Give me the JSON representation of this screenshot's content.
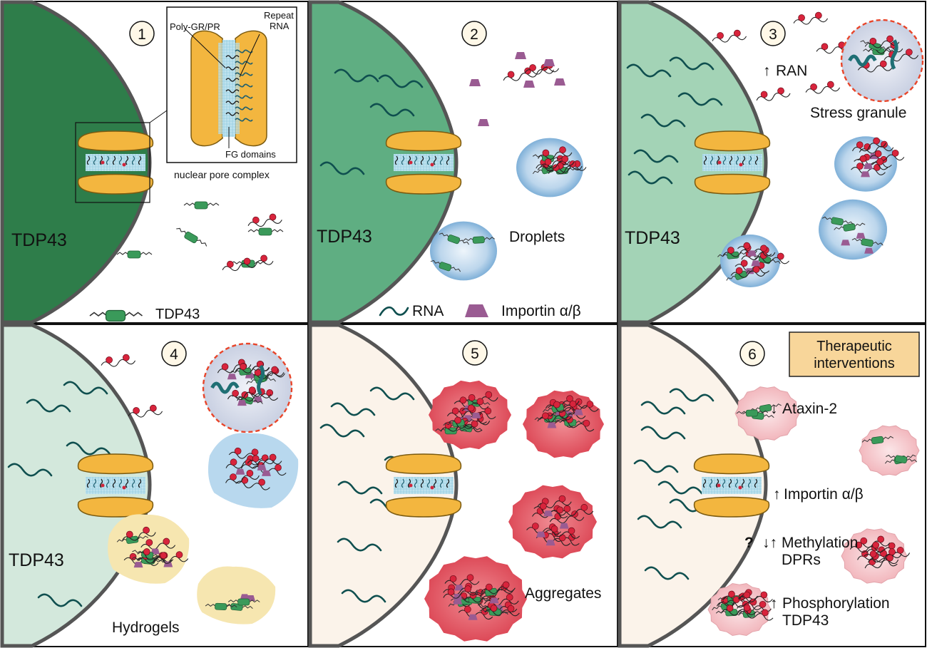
{
  "panels": [
    {
      "number": "1",
      "nucleus_label": "TDP43"
    },
    {
      "number": "2",
      "nucleus_label": "TDP43"
    },
    {
      "number": "3",
      "nucleus_label": "TDP43"
    },
    {
      "number": "4",
      "nucleus_label": "TDP43"
    },
    {
      "number": "5",
      "nucleus_label": ""
    },
    {
      "number": "6",
      "nucleus_label": ""
    }
  ],
  "inset": {
    "poly_label": "Poly-GR/PR",
    "repeat_label_1": "Repeat",
    "repeat_label_2": "RNA",
    "fg_label": "FG domains",
    "caption": "nuclear pore complex"
  },
  "legend": {
    "tdp43": "TDP43",
    "rna": "RNA",
    "importin": "Importin α/β"
  },
  "labels": {
    "droplets": "Droplets",
    "ran": "RAN",
    "stress_granule": "Stress granule",
    "hydrogels": "Hydrogels",
    "aggregates": "Aggregates",
    "therapeutic_1": "Therapeutic",
    "therapeutic_2": "interventions",
    "ataxin": "Ataxin-2",
    "importin_up": "Importin α/β",
    "question": "?",
    "methylation": "Methylation",
    "dprs": "DPRs",
    "phosphorylation": "Phosphorylation",
    "phos_tdp43": "TDP43"
  },
  "arrows": {
    "up": "↑",
    "down": "↓",
    "updown": "↓↑"
  },
  "colors": {
    "nucleus_1": "#2e7d4a",
    "nucleus_2": "#5fae82",
    "nucleus_3": "#a3d3b6",
    "nucleus_4": "#d3e8dc",
    "nucleus_5": "#fbf3ea",
    "pore": "#f3b63f",
    "tdp43": "#3a9a5a",
    "rna": "#0f4f4f",
    "importin": "#9a5b92",
    "droplet": "#cfe2f2",
    "aggregate": "#e0505e",
    "hydrogel": "#f6e6b0",
    "therapy_box": "#f8d69a"
  }
}
